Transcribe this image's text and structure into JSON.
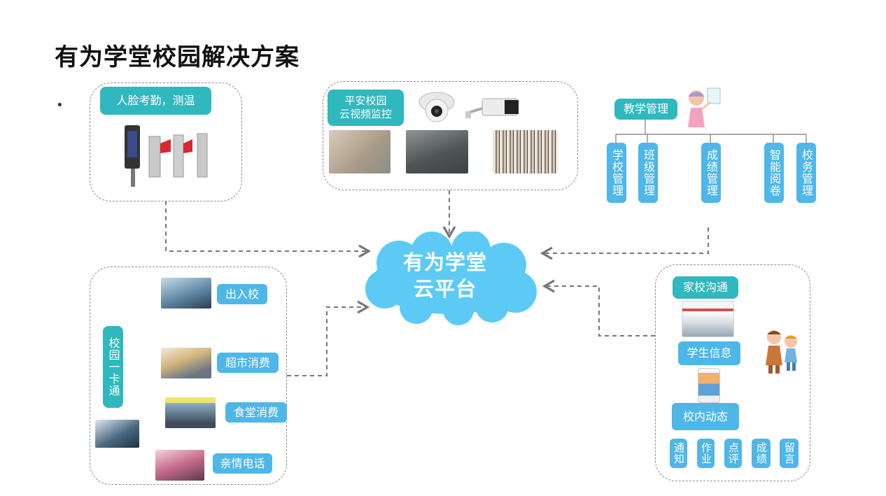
{
  "title": "有为学堂校园解决方案",
  "bullet": "•",
  "center": {
    "line1": "有为学堂",
    "line2": "云平台"
  },
  "face": {
    "label": "人脸考勤，测温"
  },
  "security": {
    "label": "平安校园\n云视频监控"
  },
  "teaching": {
    "label": "教学管理",
    "items": [
      "学校管理",
      "班级管理",
      "成绩管理",
      "智能阅卷",
      "校务管理"
    ]
  },
  "card": {
    "label": "校园一卡通",
    "items": [
      "出入校",
      "超市消费",
      "食堂消费",
      "亲情电话"
    ]
  },
  "home": {
    "comm": "家校沟通",
    "info": "学生信息",
    "news": "校内动态",
    "subs": [
      "通知",
      "作业",
      "点评",
      "成绩",
      "留言"
    ]
  },
  "colors": {
    "teal": "#2fb8bd",
    "blue": "#4fb6e8",
    "cloud": "#5ccaf5"
  }
}
